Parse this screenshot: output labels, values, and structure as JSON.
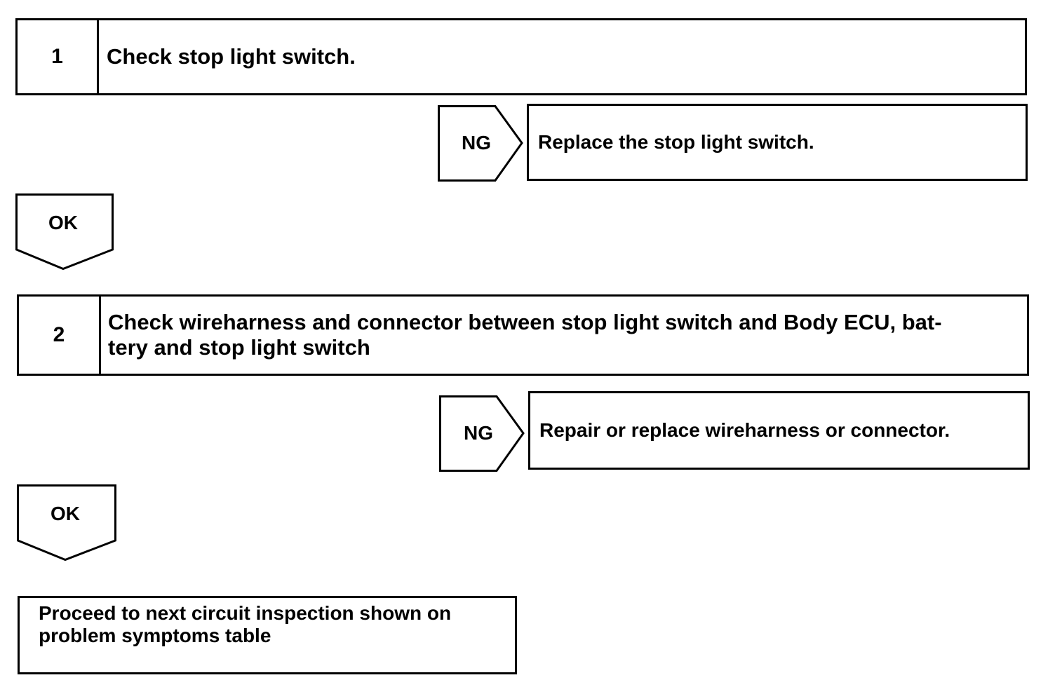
{
  "steps": [
    {
      "number": "1",
      "text": "Check stop light switch.",
      "ng_label": "NG",
      "ng_action": "Replace the stop light switch.",
      "ok_label": "OK"
    },
    {
      "number": "2",
      "text": "Check wireharness and connector between stop light switch and Body ECU, bat-\ntery and stop light switch",
      "ng_label": "NG",
      "ng_action": "Repair or replace wireharness or connector.",
      "ok_label": "OK"
    }
  ],
  "final": {
    "text": "Proceed to next circuit inspection shown on\nproblem symptoms table"
  }
}
